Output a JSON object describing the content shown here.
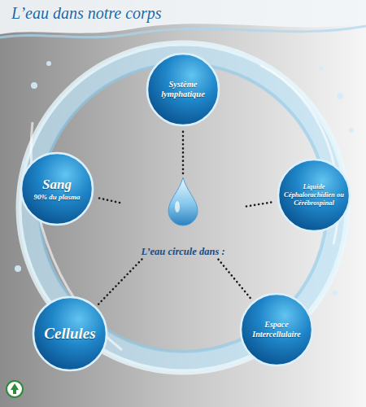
{
  "diagram": {
    "title": "L’eau dans notre corps",
    "nodes": [
      {
        "text": [
          "Système lymphatique"
        ]
      },
      {
        "text": [
          "Sang",
          "90% du plasma"
        ]
      },
      {
        "text": [
          "Liquide Céphalorachidien ou Cérébrospinal"
        ]
      },
      {
        "text": [
          "L’eau circule dans :"
        ]
      },
      {
        "text": [
          "Cellules"
        ]
      },
      {
        "text": [
          "Espace Intercellulaire"
        ]
      }
    ],
    "edges": [
      {
        "from": 3,
        "to": 0,
        "arrow": "none"
      },
      {
        "from": 3,
        "to": 1,
        "arrow": "none"
      },
      {
        "from": 3,
        "to": 2,
        "arrow": "none"
      },
      {
        "from": 3,
        "to": 4,
        "arrow": "none"
      },
      {
        "from": 3,
        "to": 5,
        "arrow": "none"
      }
    ]
  }
}
